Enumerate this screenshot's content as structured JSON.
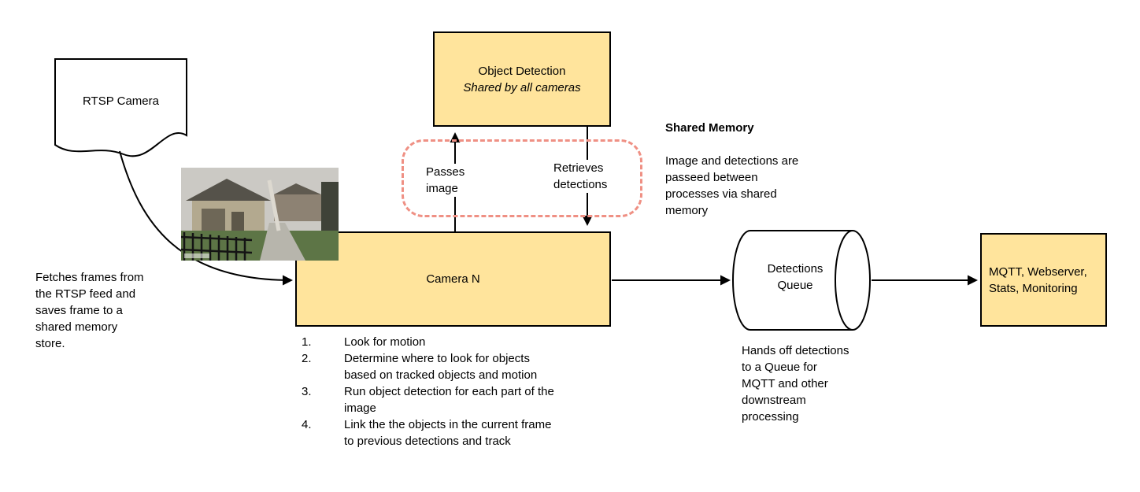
{
  "colors": {
    "box_fill": "#ffe49c",
    "box_border": "#000000",
    "shared_memory_ring": "#ef9084",
    "arrow": "#000000"
  },
  "rtsp_camera": {
    "label": "RTSP Camera"
  },
  "fetches_note": "Fetches frames from\nthe RTSP feed and\nsaves frame to a\nshared memory\nstore.",
  "object_detection": {
    "title": "Object Detection",
    "subtitle": "Shared by all cameras"
  },
  "shared_memory_ring": {
    "passes_label": "Passes\nimage",
    "retrieves_label": "Retrieves\ndetections"
  },
  "shared_memory_note": {
    "title": "Shared Memory",
    "body": "Image and detections are\npasseed between\nprocesses via shared\nmemory"
  },
  "camera_n": {
    "label": "Camera N"
  },
  "camera_steps": {
    "items": [
      {
        "num": "1.",
        "text": "Look for motion"
      },
      {
        "num": "2.",
        "text": "Determine where to look for objects\nbased on tracked objects and motion"
      },
      {
        "num": "3.",
        "text": "Run object detection for each part of the\nimage"
      },
      {
        "num": "4.",
        "text": "Link the the objects in the current frame\nto previous detections and track"
      }
    ]
  },
  "detections_queue": {
    "label": "Detections\nQueue",
    "note": "Hands off detections\nto a Queue for\nMQTT and other\ndownstream\nprocessing"
  },
  "outputs_box": {
    "label": "MQTT, Webserver,\nStats, Monitoring"
  }
}
